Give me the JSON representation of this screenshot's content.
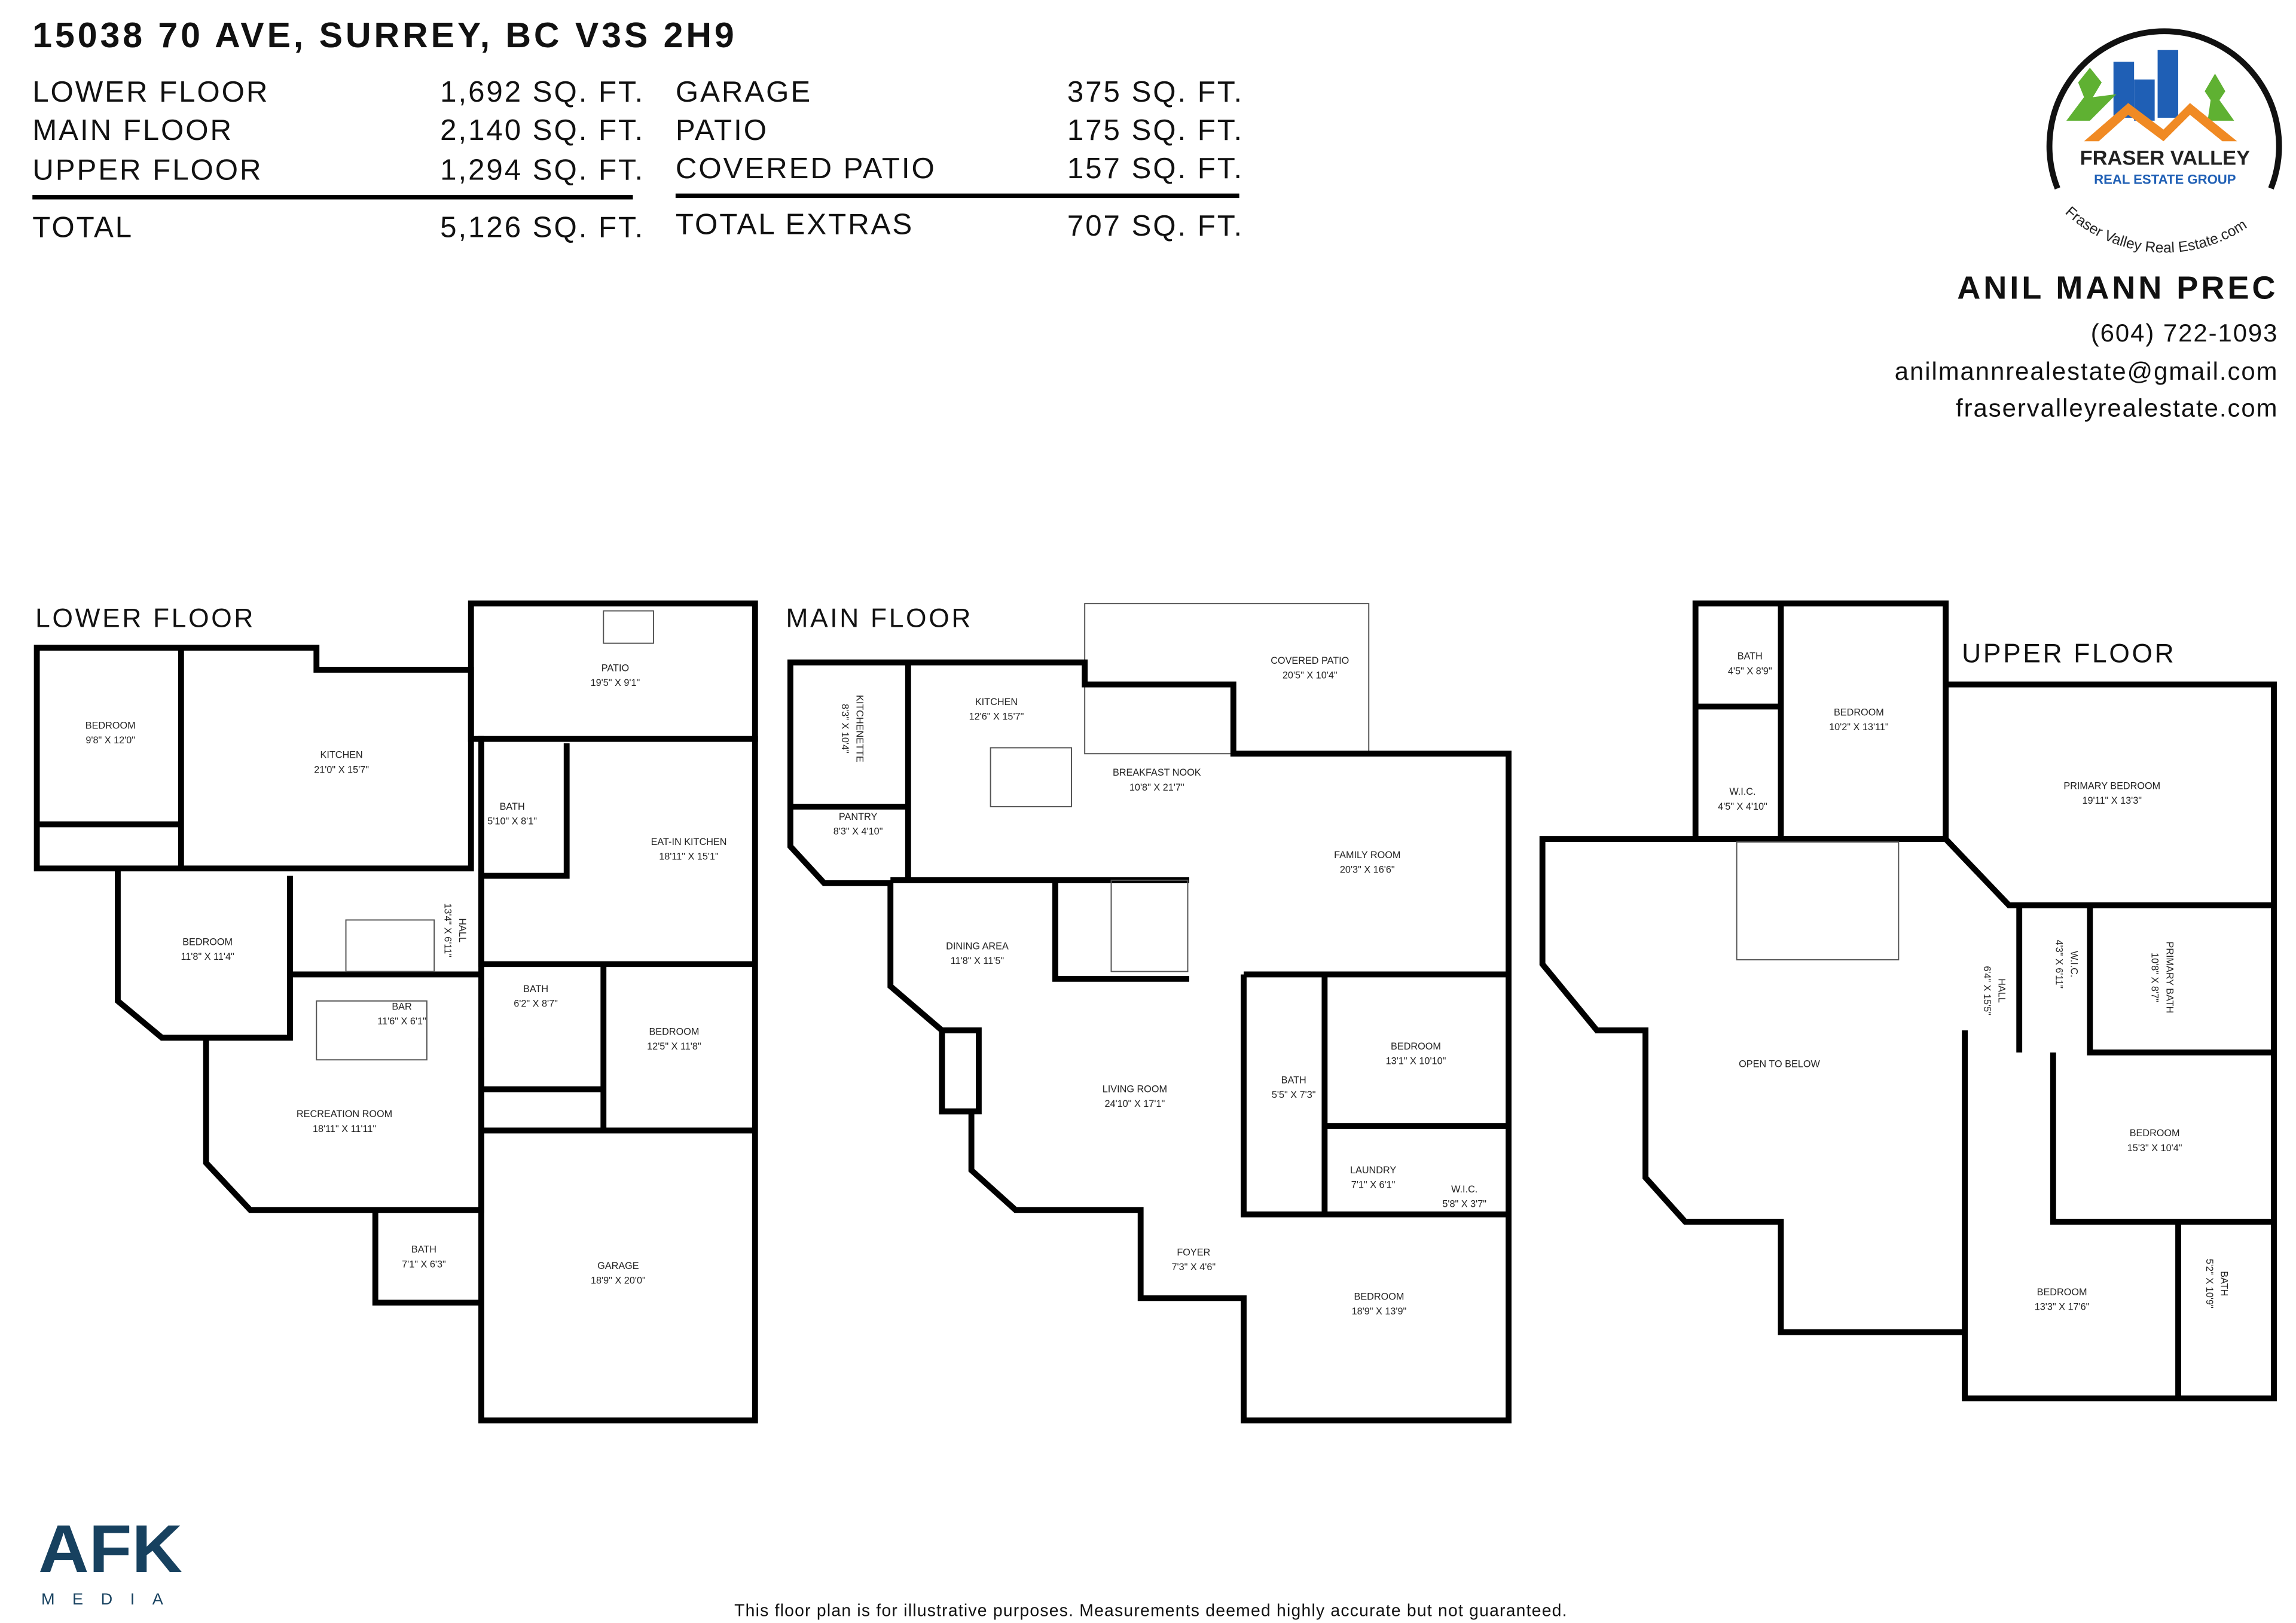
{
  "header": {
    "address": "15038 70 AVE, SURREY, BC V3S 2H9",
    "areas_left": [
      {
        "label": "LOWER FLOOR",
        "value": "1,692 SQ. FT."
      },
      {
        "label": "MAIN FLOOR",
        "value": "2,140 SQ. FT."
      },
      {
        "label": "UPPER FLOOR",
        "value": "1,294 SQ. FT."
      }
    ],
    "total_left": {
      "label": "TOTAL",
      "value": "5,126 SQ. FT."
    },
    "areas_right": [
      {
        "label": "GARAGE",
        "value": "375 SQ. FT."
      },
      {
        "label": "PATIO",
        "value": "175 SQ. FT."
      },
      {
        "label": "COVERED PATIO",
        "value": "157 SQ. FT."
      }
    ],
    "total_right": {
      "label": "TOTAL EXTRAS",
      "value": "707 SQ. FT."
    }
  },
  "agent": {
    "name": "ANIL MANN PREC",
    "phone": "(604) 722-1093",
    "email": "anilmannrealestate@gmail.com",
    "website": "fraservalleyrealestate.com"
  },
  "logo": {
    "line1": "FRASER VALLEY",
    "line2": "REAL ESTATE GROUP",
    "arc_text": "Fraser Valley Real Estate.com",
    "colors": {
      "blue": "#1f5fb5",
      "orange": "#f08a24",
      "green": "#5fb132"
    }
  },
  "floors": {
    "lower": {
      "title": "LOWER FLOOR",
      "rooms": [
        {
          "name": "BEDROOM",
          "dims": "9'8\" X 12'0\""
        },
        {
          "name": "KITCHEN",
          "dims": "21'0\" X 15'7\""
        },
        {
          "name": "PATIO",
          "dims": "19'5\" X 9'1\""
        },
        {
          "name": "BATH",
          "dims": "5'10\" X 8'1\""
        },
        {
          "name": "EAT-IN KITCHEN",
          "dims": "18'11\" X 15'1\""
        },
        {
          "name": "HALL",
          "dims": "13'4\" X 6'11\""
        },
        {
          "name": "BEDROOM",
          "dims": "11'8\" X 11'4\""
        },
        {
          "name": "BAR",
          "dims": "11'6\" X 6'1\""
        },
        {
          "name": "BATH",
          "dims": "6'2\" X 8'7\""
        },
        {
          "name": "BEDROOM",
          "dims": "12'5\" X 11'8\""
        },
        {
          "name": "RECREATION ROOM",
          "dims": "18'11\" X 11'11\""
        },
        {
          "name": "BATH",
          "dims": "7'1\" X 6'3\""
        },
        {
          "name": "GARAGE",
          "dims": "18'9\" X 20'0\""
        }
      ]
    },
    "main": {
      "title": "MAIN FLOOR",
      "rooms": [
        {
          "name": "KITCHENETTE",
          "dims": "8'3\" X 10'4\""
        },
        {
          "name": "KITCHEN",
          "dims": "12'6\" X 15'7\""
        },
        {
          "name": "COVERED PATIO",
          "dims": "20'5\" X 10'4\""
        },
        {
          "name": "BREAKFAST NOOK",
          "dims": "10'8\" X 21'7\""
        },
        {
          "name": "PANTRY",
          "dims": "8'3\" X 4'10\""
        },
        {
          "name": "FAMILY ROOM",
          "dims": "20'3\" X 16'6\""
        },
        {
          "name": "DINING AREA",
          "dims": "11'8\" X 11'5\""
        },
        {
          "name": "BEDROOM",
          "dims": "13'1\" X 10'10\""
        },
        {
          "name": "BATH",
          "dims": "5'5\" X 7'3\""
        },
        {
          "name": "LIVING ROOM",
          "dims": "24'10\" X 17'1\""
        },
        {
          "name": "LAUNDRY",
          "dims": "7'1\" X 6'1\""
        },
        {
          "name": "W.I.C.",
          "dims": "5'8\" X 3'7\""
        },
        {
          "name": "FOYER",
          "dims": "7'3\" X 4'6\""
        },
        {
          "name": "BEDROOM",
          "dims": "18'9\" X 13'9\""
        }
      ]
    },
    "upper": {
      "title": "UPPER FLOOR",
      "rooms": [
        {
          "name": "BATH",
          "dims": "4'5\" X 8'9\""
        },
        {
          "name": "BEDROOM",
          "dims": "10'2\" X 13'11\""
        },
        {
          "name": "W.I.C.",
          "dims": "4'5\" X 4'10\""
        },
        {
          "name": "PRIMARY BEDROOM",
          "dims": "19'11\" X 13'3\""
        },
        {
          "name": "W.I.C.",
          "dims": "4'3\" X 6'11\""
        },
        {
          "name": "PRIMARY BATH",
          "dims": "10'8\" X 8'7\""
        },
        {
          "name": "HALL",
          "dims": "6'4\" X 15'5\""
        },
        {
          "name": "OPEN TO BELOW",
          "dims": ""
        },
        {
          "name": "BEDROOM",
          "dims": "15'3\" X 10'4\""
        },
        {
          "name": "BEDROOM",
          "dims": "13'3\" X 17'6\""
        },
        {
          "name": "BATH",
          "dims": "5'2\" X 10'9\""
        }
      ]
    }
  },
  "footer": {
    "brand": "AFK",
    "brand_sub": "MEDIA",
    "brand_color": "#17415f",
    "disclaimer": "This floor plan is for illustrative purposes. Measurements deemed highly accurate but not guaranteed."
  }
}
